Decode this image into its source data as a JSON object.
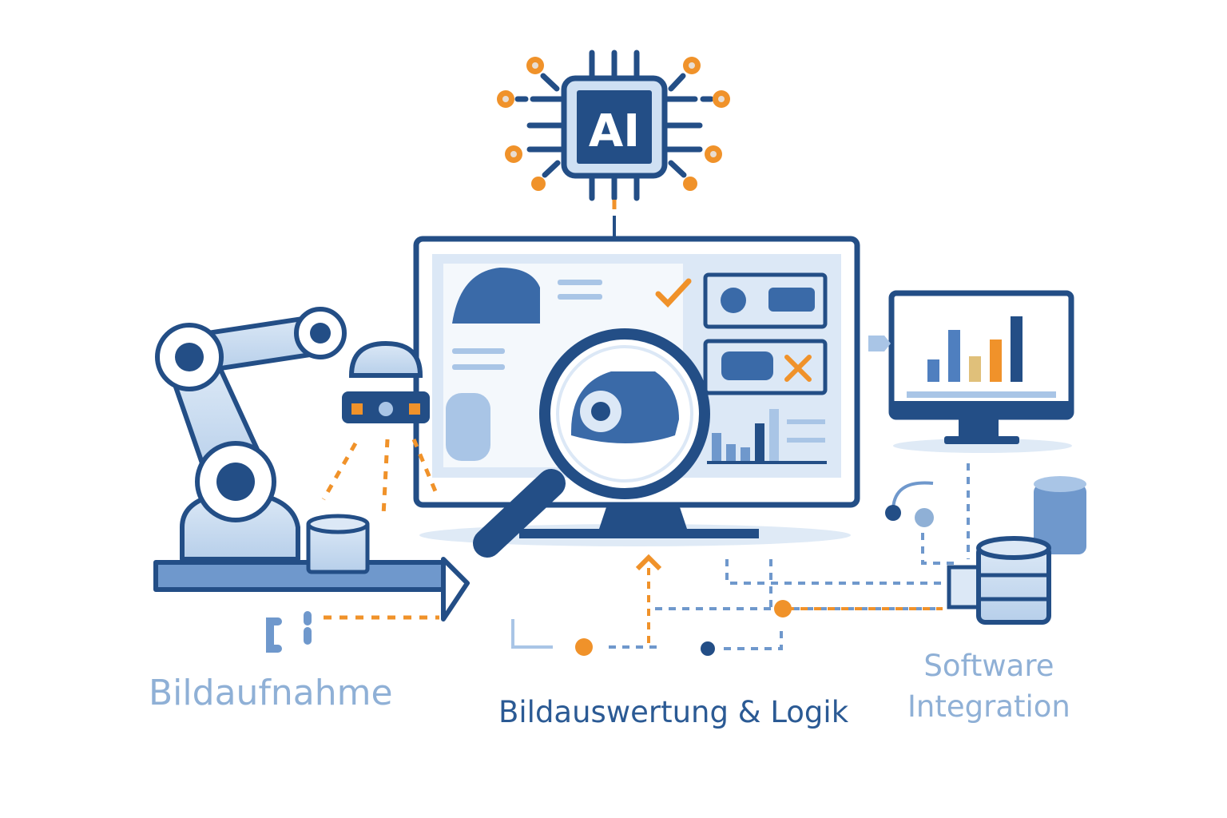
{
  "chip": {
    "label": "AI"
  },
  "labels": {
    "capture": "Bildaufnahme",
    "analysis": "Bildauswertung & Logik",
    "integration_line1": "Software",
    "integration_line2": "Integration"
  },
  "colors": {
    "dark_blue": "#234e86",
    "light_blue": "#cfe0f3",
    "mid_blue": "#4f7fbf",
    "orange": "#f0922a",
    "label_light": "#8fb0d6",
    "label_dark": "#2b5a94"
  },
  "icons": [
    "ai-chip-icon",
    "robot-arm-icon",
    "camera-icon",
    "database-icon",
    "monitor-icon",
    "magnifier-icon",
    "checkmark-icon",
    "cross-icon",
    "bar-chart-icon",
    "plug-icon"
  ],
  "dashboard_chart": {
    "values": [
      2,
      4,
      2,
      3,
      5
    ]
  }
}
